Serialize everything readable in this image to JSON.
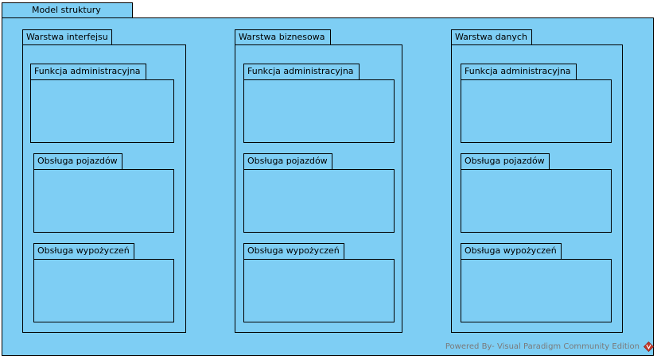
{
  "model": {
    "title": "Model struktury"
  },
  "layers": [
    {
      "name": "Warstwa interfejsu",
      "packages": [
        "Funkcja administracyjna",
        "Obsługa pojazdów",
        "Obsługa wypożyczeń"
      ]
    },
    {
      "name": "Warstwa biznesowa",
      "packages": [
        "Funkcja administracyjna",
        "Obsługa pojazdów",
        "Obsługa wypożyczeń"
      ]
    },
    {
      "name": "Warstwa danych",
      "packages": [
        "Funkcja administracyjna",
        "Obsługa pojazdów",
        "Obsługa wypożyczeń"
      ]
    }
  ],
  "watermark": "Powered By- Visual Paradigm Community Edition",
  "colors": {
    "fill": "#7ecef4",
    "border": "#000000",
    "watermark": "#7a7a7a",
    "logo": "#c0392b"
  }
}
